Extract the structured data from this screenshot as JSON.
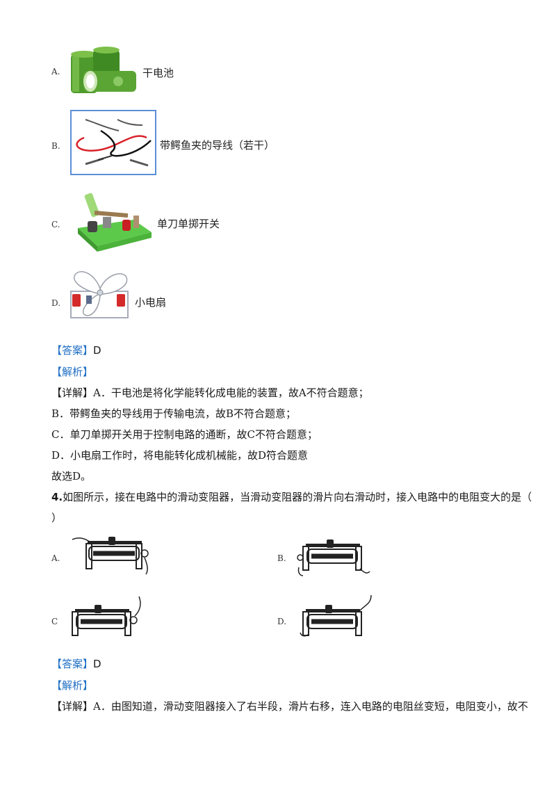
{
  "q3": {
    "options": [
      {
        "letter": "A.",
        "caption": "干电池"
      },
      {
        "letter": "B.",
        "caption": "带鳄鱼夹的导线（若干）"
      },
      {
        "letter": "C.",
        "caption": "单刀单掷开关"
      },
      {
        "letter": "D.",
        "caption": "小电扇"
      }
    ],
    "answer_tag": "【答案】",
    "answer_value": "D",
    "analysis_tag": "【解析】",
    "detail_tag": "【详解】",
    "detail_lines": [
      "A．干电池是将化学能转化成电能的装置，故A不符合题意；",
      "B．带鳄鱼夹的导线用于传输电流，故B不符合题意；",
      "C．单刀单掷开关用于控制电路的通断，故C不符合题意；",
      "D．小电扇工作时，将电能转化成机械能，故D符合题意",
      "故选D。"
    ]
  },
  "q4": {
    "number": "4.",
    "stem_line1": "如图所示，接在电路中的滑动变阻器，当滑动变阻器的滑片向右滑动时，接入电路中的电阻变大的是（",
    "stem_line2": "）",
    "options": [
      {
        "letter": "A."
      },
      {
        "letter": "B."
      },
      {
        "letter": "C"
      },
      {
        "letter": "D."
      }
    ],
    "answer_tag": "【答案】",
    "answer_value": "D",
    "analysis_tag": "【解析】",
    "detail_tag": "【详解】",
    "detail_line": "A．由图知道，滑动变阻器接入了右半段，滑片右移，连入电路的电阻丝变短，电阻变小，故不"
  }
}
